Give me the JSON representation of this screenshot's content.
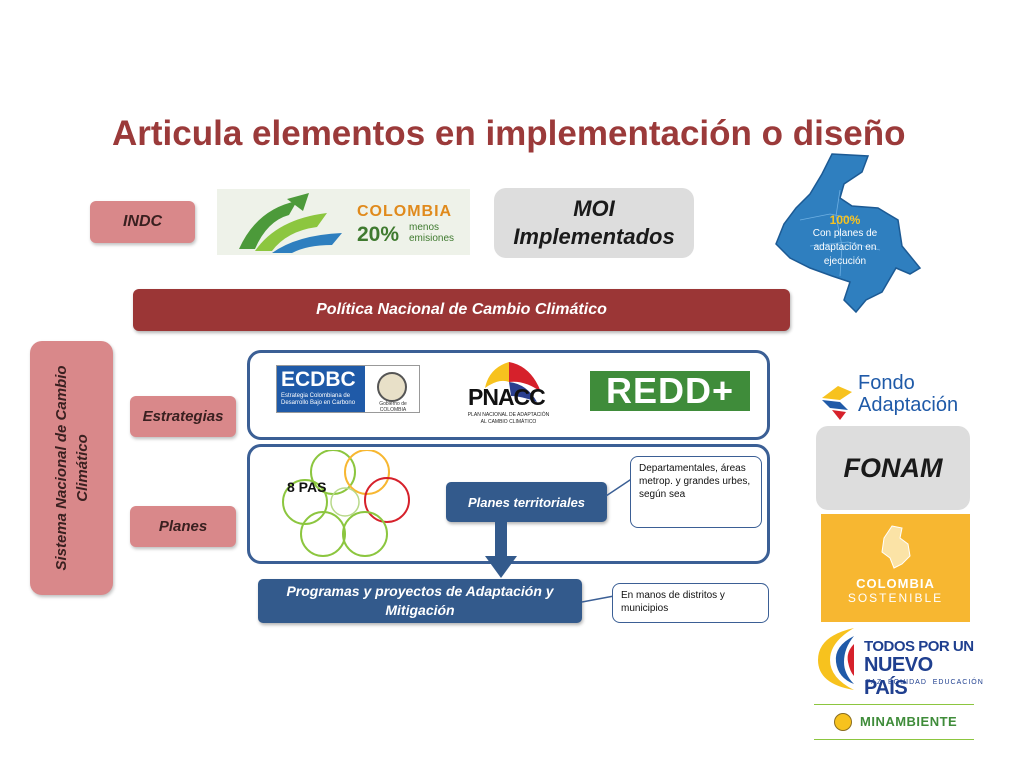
{
  "title": "Articula elementos en implementación o diseño",
  "indc": {
    "label": "INDC"
  },
  "colombia_logo": {
    "brand": "COLOMBIA",
    "percent": "20%",
    "line1": "menos",
    "line2": "emisiones"
  },
  "moi": {
    "line1": "MOI",
    "line2": "Implementados"
  },
  "map": {
    "percent": "100%",
    "line1": "Con planes de",
    "line2": "adaptación en",
    "line3": "ejecución"
  },
  "politica": "Política Nacional de Cambio Climático",
  "sistema": {
    "line1": "Sistema Nacional de Cambio",
    "line2": "Climático"
  },
  "estrategias": "Estrategias",
  "planes": "Planes",
  "ecdbc": {
    "acronym": "ECDBC",
    "line1": "Estrategia Colombiana de",
    "line2": "Desarrollo Bajo en Carbono",
    "gov": "Gobierno de COLOMBIA"
  },
  "pnacc": {
    "acronym": "PNACC",
    "line1": "PLAN NACIONAL DE ADAPTACIÓN",
    "line2": "AL CAMBIO CLIMÁTICO"
  },
  "redd": "REDD+",
  "pas": "8 PAS",
  "planes_territoriales": "Planes territoriales",
  "callout_dept": "Departamentales, áreas metrop. y grandes urbes, según sea",
  "programas": {
    "line1": "Programas y proyectos de Adaptación y",
    "line2": "Mitigación"
  },
  "callout_municipios": "En manos de distritos y municipios",
  "fondo": {
    "line1": "Fondo",
    "line2": "Adaptación"
  },
  "fonam": "FONAM",
  "colombia_sostenible": {
    "line1": "COLOMBIA",
    "line2": "SOSTENIBLE"
  },
  "todos": {
    "line1": "TODOS POR UN",
    "line2": "NUEVO PAÍS",
    "line3": "PAZ  EQUIDAD  EDUCACIÓN"
  },
  "minambiente": "MINAMBIENTE",
  "colors": {
    "title": "#9b3a3a",
    "pink": "#d9888a",
    "dark_red": "#9b3636",
    "blue": "#335a8c",
    "green": "#3f8c3a",
    "yellow": "#f7b731",
    "grey": "#dddddd"
  }
}
